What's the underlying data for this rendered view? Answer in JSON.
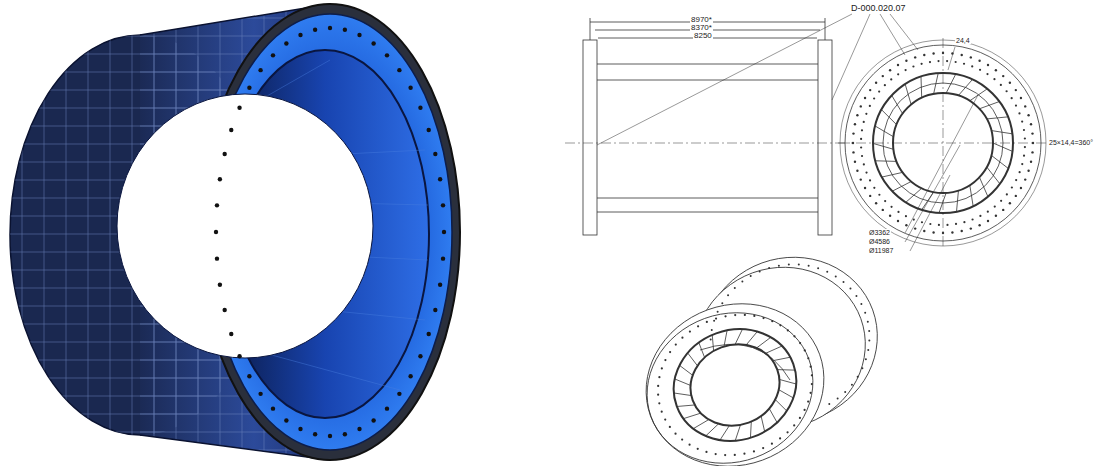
{
  "diagram": {
    "labels": [
      "8970*",
      "8370*",
      "8250",
      "D-000.020.07",
      "24,4",
      "25×14,4=360°",
      "Ø3362",
      "Ø4586",
      "Ø11987"
    ]
  }
}
